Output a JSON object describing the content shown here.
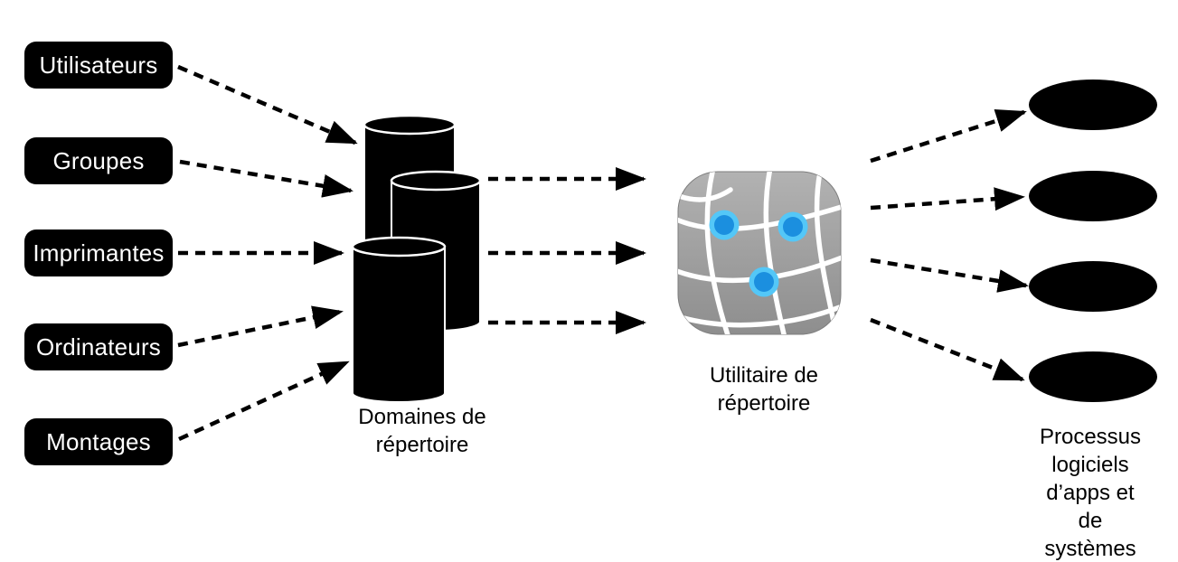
{
  "left_nodes": [
    {
      "label": "Utilisateurs"
    },
    {
      "label": "Groupes"
    },
    {
      "label": "Imprimantes"
    },
    {
      "label": "Ordinateurs"
    },
    {
      "label": "Montages"
    }
  ],
  "captions": {
    "directory_domains": "Domaines de\nrépertoire",
    "directory_utility": "Utilitaire de\nrépertoire",
    "software_processes": "Processus\nlogiciels\nd’apps et de\nsystèmes"
  },
  "icons": {
    "directory_domains": "database-cylinders-icon",
    "directory_utility": "directory-utility-app-icon",
    "software_processes": "process-oval-icon",
    "connector": "dashed-arrow-icon"
  },
  "colors": {
    "background": "#ffffff",
    "shape_fill": "#000000",
    "node_text": "#ffffff",
    "arrow": "#000000",
    "app_icon_gray_top": "#b2b2b2",
    "app_icon_gray_bottom": "#8e8e8e",
    "app_icon_lines": "#ffffff",
    "app_icon_dot_outer": "#54c7f7",
    "app_icon_dot_inner": "#1b8fdf"
  }
}
